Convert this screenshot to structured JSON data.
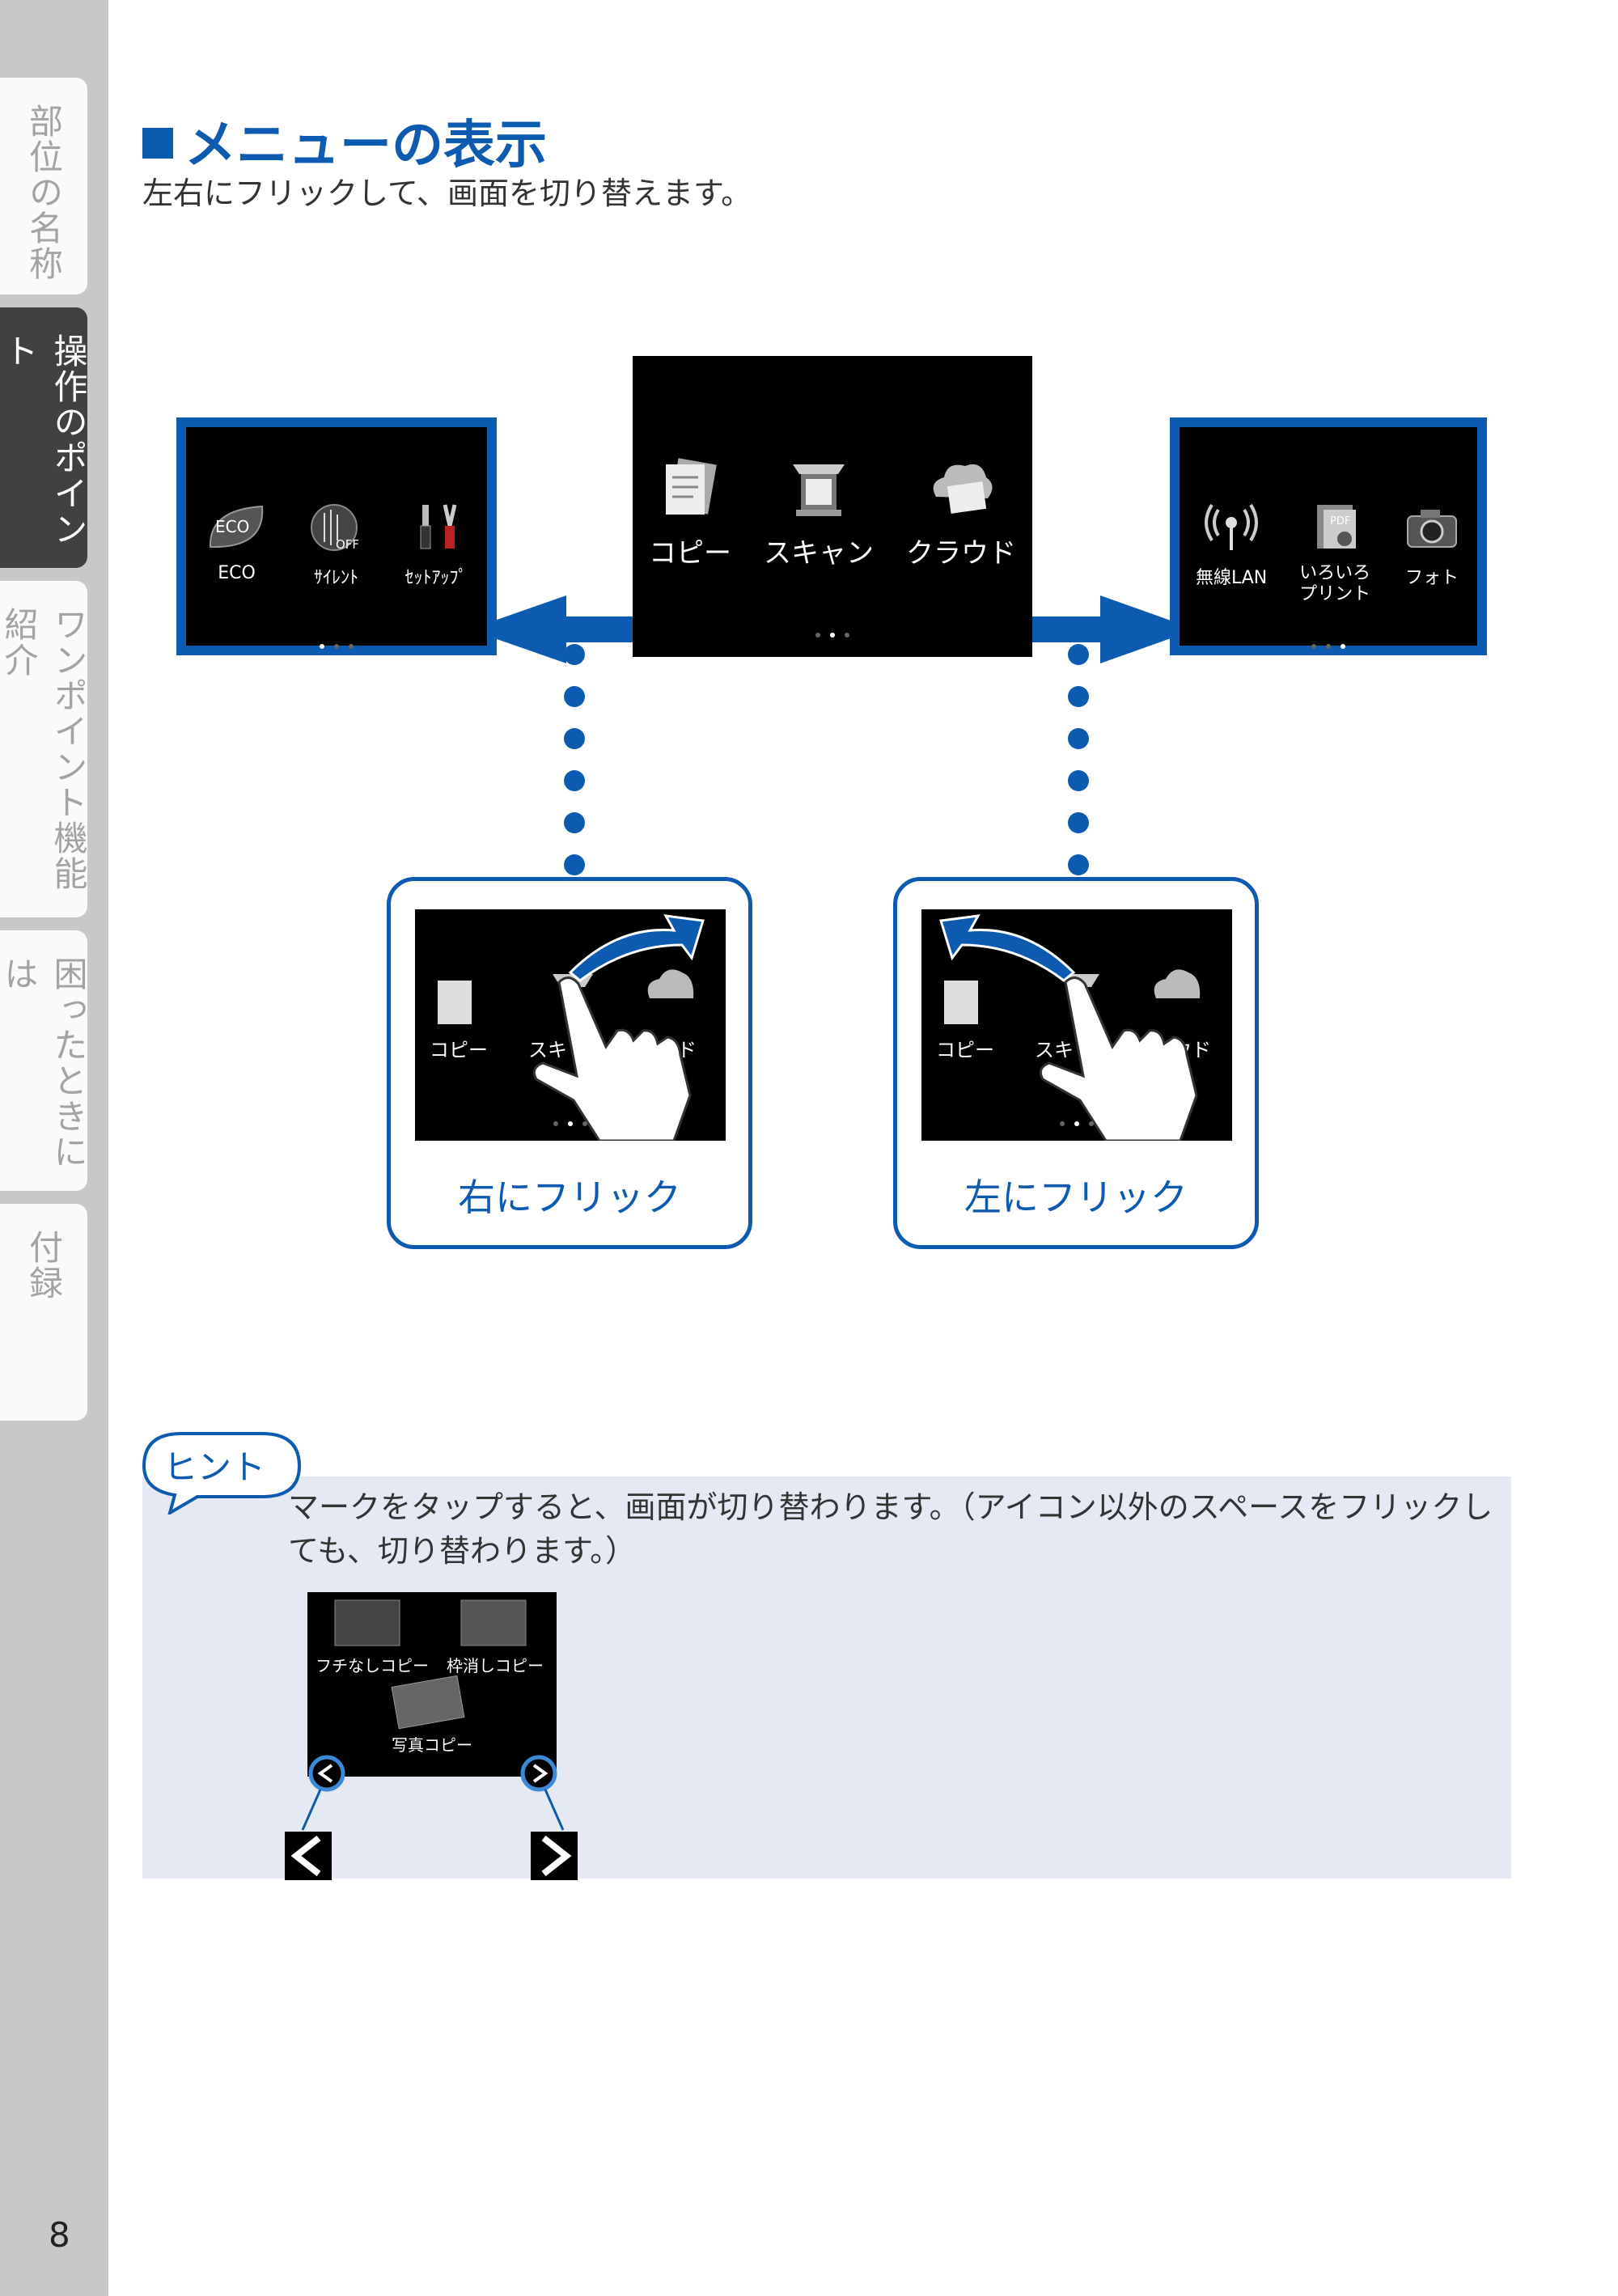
{
  "side_tabs": [
    "部位の名称",
    "操作のポイント",
    "ワンポイント機能紹介",
    "困ったときには",
    "付録"
  ],
  "active_tab": "操作のポイント",
  "page_number": "8",
  "heading": {
    "title": "メニューの表示",
    "intro": "左右にフリックして、画面を切り替えます。"
  },
  "screens": {
    "left": {
      "items": [
        "ECO",
        "ｻｲﾚﾝﾄ",
        "ｾｯﾄｱｯﾌﾟ"
      ],
      "icon_texts": [
        "ECO",
        "OFF"
      ]
    },
    "center": {
      "items": [
        "コピー",
        "スキャン",
        "クラウド"
      ]
    },
    "right": {
      "items": [
        "無線LAN",
        "いろいろ\nプリント",
        "フォト"
      ],
      "icon_text": "PDF"
    }
  },
  "gestures": {
    "right_flick": {
      "caption": "右にフリック",
      "labels": [
        "コピー",
        "スキ",
        "ウド"
      ]
    },
    "left_flick": {
      "caption": "左にフリック",
      "labels": [
        "コピー",
        "スキ",
        "ラウド"
      ]
    }
  },
  "hint": {
    "label": "ヒント",
    "text": "マークをタップすると、画面が切り替わります。（アイコン以外のスペースをフリックしても、切り替わります。）",
    "example_items": [
      "フチなしコピー",
      "枠消しコピー",
      "写真コピー"
    ]
  },
  "colors": {
    "accent": "#0d5bb0",
    "sidebar": "#c8c8c8",
    "hint_bg": "#e4e9f4"
  }
}
